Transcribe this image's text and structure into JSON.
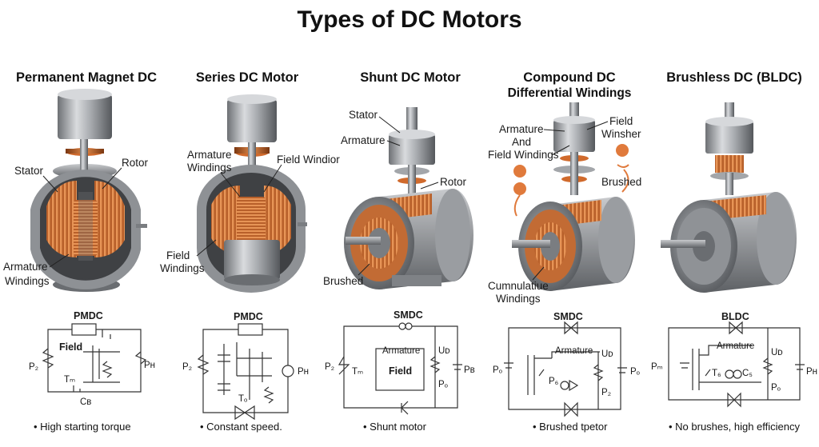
{
  "title": "Types of DC Motors",
  "columns": [
    {
      "title": "Permanent Magnet DC",
      "labels": {
        "stator": "Stator",
        "rotor": "Rotor",
        "armature": "Armature",
        "windings": "Windings"
      },
      "circuit": {
        "title": "PMDC",
        "field": "Field",
        "p2": "P₂",
        "tm": "Tₘ",
        "cb": "Cʙ",
        "ph": "Pʜ"
      },
      "bullet": "• High starting torque"
    },
    {
      "title": "Series DC Motor",
      "labels": {
        "armature": "Armature",
        "windings": "Windings",
        "field_windior": "Field Windior",
        "field": "Field",
        "field_windings": "Windings"
      },
      "circuit": {
        "title": "PMDC",
        "p2": "P₂",
        "ph": "Pʜ",
        "to": "Tₒ"
      },
      "bullet": "• Constant speed."
    },
    {
      "title": "Shunt DC Motor",
      "labels": {
        "stator": "Stator",
        "armature": "Armature",
        "rotor": "Rotor",
        "brushed": "Brushed"
      },
      "circuit": {
        "title": "SMDC",
        "armature": "Armature",
        "field": "Field",
        "p2": "P₂",
        "tm": "Tₘ",
        "ud": "Uᴅ",
        "po": "Pₒ",
        "pb": "Pʙ"
      },
      "bullet": "• Shunt motor"
    },
    {
      "title_line1": "Compound DC",
      "title_line2": "Differential Windings",
      "labels": {
        "armature": "Armature",
        "and": "And",
        "field_windings": "Field Windings",
        "field": "Field",
        "winsher": "Winsher",
        "brushed": "Brushed",
        "cumnulatiue": "Cumnulatiue",
        "windings": "Windings"
      },
      "circuit": {
        "title": "SMDC",
        "armature": "Armature",
        "po": "Pₒ",
        "p6": "P₆",
        "ud": "Uᴅ",
        "p2": "P₂",
        "po_right": "Pₒ"
      },
      "bullet": "• Brushed tpetor"
    },
    {
      "title": "Brushless DC (BLDC)",
      "circuit": {
        "title": "BLDC",
        "armature": "Armature",
        "pm": "Pₘ",
        "t6": "T₆",
        "c5": "C₅",
        "ud": "Uᴅ",
        "po": "Pₒ",
        "ph": "Pʜ"
      },
      "bullet": "• No brushes, high efficiency"
    }
  ]
}
